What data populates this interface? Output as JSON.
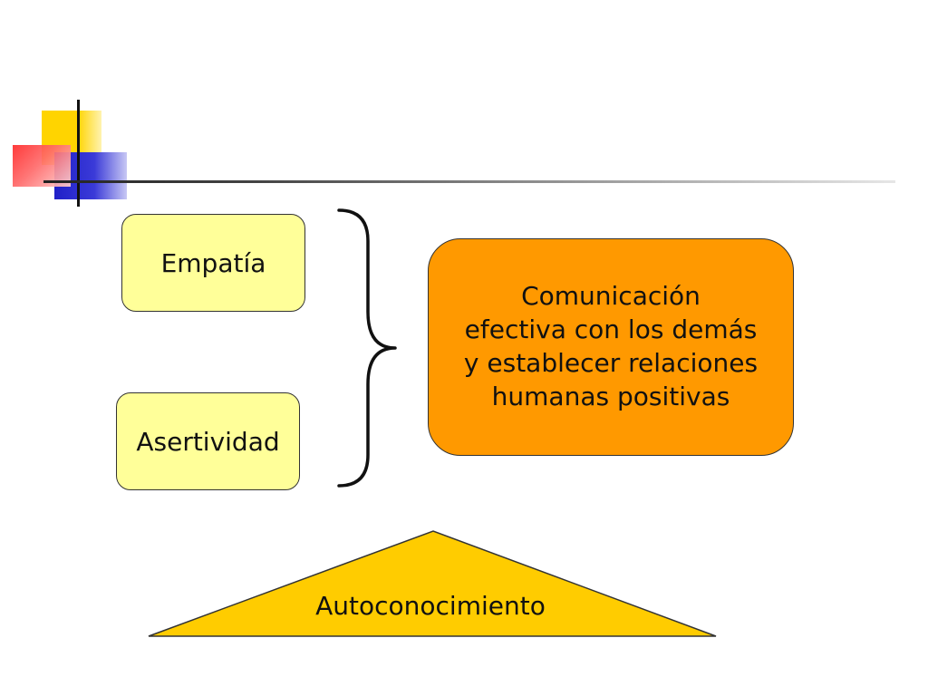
{
  "diagram": {
    "left_boxes": [
      {
        "label": "Empatía"
      },
      {
        "label": "Asertividad"
      }
    ],
    "result_box": {
      "lines": [
        "Comunicación",
        "efectiva con los demás",
        "y establecer relaciones",
        "humanas positivas"
      ]
    },
    "base": {
      "label": "Autoconocimiento"
    }
  },
  "colors": {
    "left_box_fill": "#ffff99",
    "result_box_fill": "#ff9900",
    "base_fill": "#ffcc00",
    "outline": "#333333",
    "deco_yellow": "#ffd400",
    "deco_blue": "#2020c8",
    "deco_red": "#ff2a2a"
  }
}
